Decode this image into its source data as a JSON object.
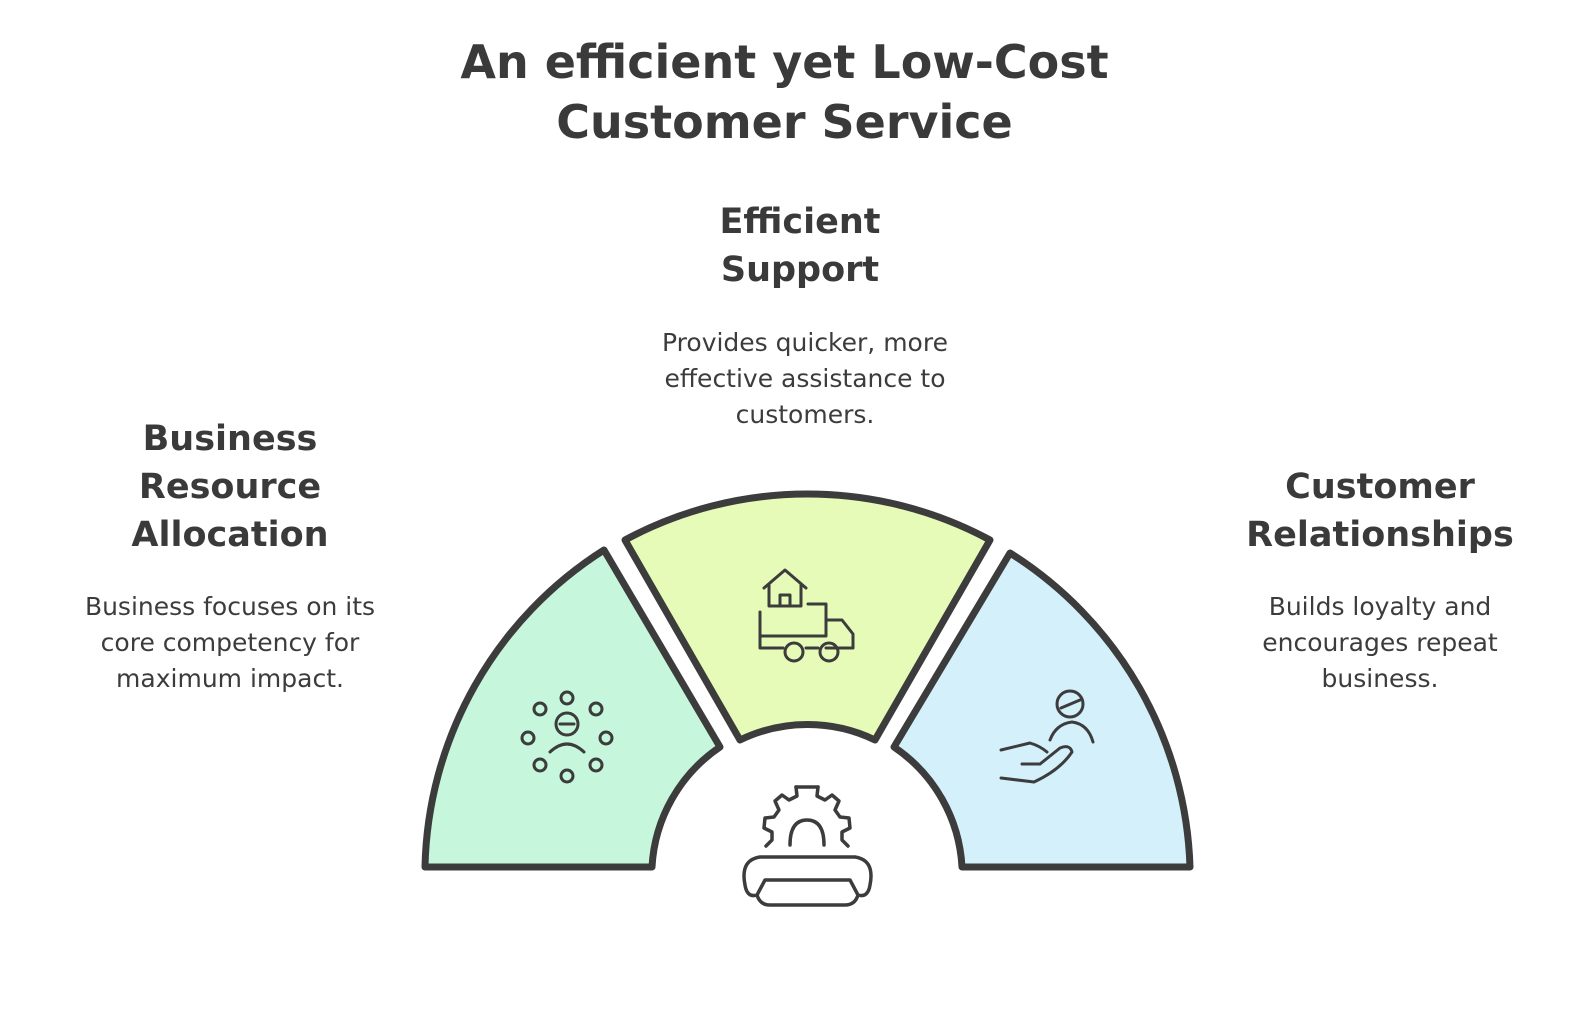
{
  "title": {
    "line1": "An efficient yet Low-Cost",
    "line2": "Customer Service"
  },
  "segments": {
    "left": {
      "heading": [
        "Business",
        "Resource",
        "Allocation"
      ],
      "description": [
        "Business focuses on its",
        "core competency for",
        "maximum impact."
      ],
      "icon": "team-network-icon",
      "color": "#c6f7dc"
    },
    "center": {
      "heading": [
        "Efficient",
        "Support"
      ],
      "description": [
        "Provides quicker, more",
        "effective assistance to",
        "customers."
      ],
      "icon": "delivery-truck-home-icon",
      "color": "#e6fbb7"
    },
    "right": {
      "heading": [
        "Customer",
        "Relationships"
      ],
      "description": [
        "Builds loyalty and",
        "encourages repeat",
        "business."
      ],
      "icon": "hand-holding-person-icon",
      "color": "#d4f0fb"
    }
  },
  "hub": {
    "icon": "gear-telephone-icon"
  },
  "colors": {
    "outline": "#3c3c3c",
    "text": "#3c3c3c"
  }
}
